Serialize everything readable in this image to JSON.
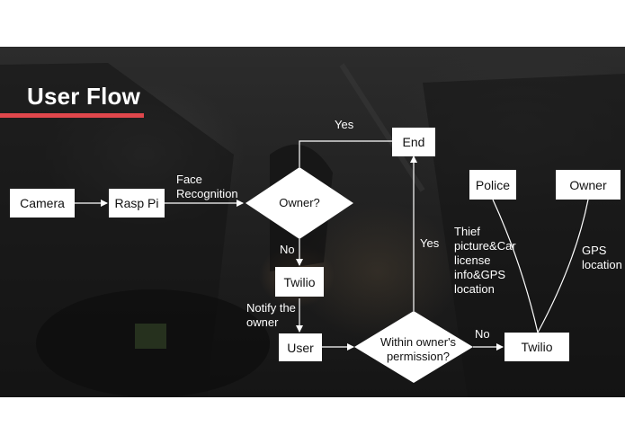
{
  "slide": {
    "title": "User Flow",
    "accent_color": "#e0474c"
  },
  "nodes": {
    "camera": "Camera",
    "rasp_pi": "Rasp Pi",
    "owner_decision": "Owner?",
    "end": "End",
    "twilio_1": "Twilio",
    "user": "User",
    "permission_decision": "Within owner's\npermission?",
    "twilio_2": "Twilio",
    "police": "Police",
    "owner": "Owner"
  },
  "edges": {
    "face_recognition": "Face\nRecognition",
    "yes_top": "Yes",
    "no_left": "No",
    "notify_owner": "Notify the\nowner",
    "yes_right": "Yes",
    "no_right": "No",
    "thief_info": "Thief\npicture&Car\nlicense\ninfo&GPS\nlocation",
    "gps_location": "GPS\nlocation"
  }
}
